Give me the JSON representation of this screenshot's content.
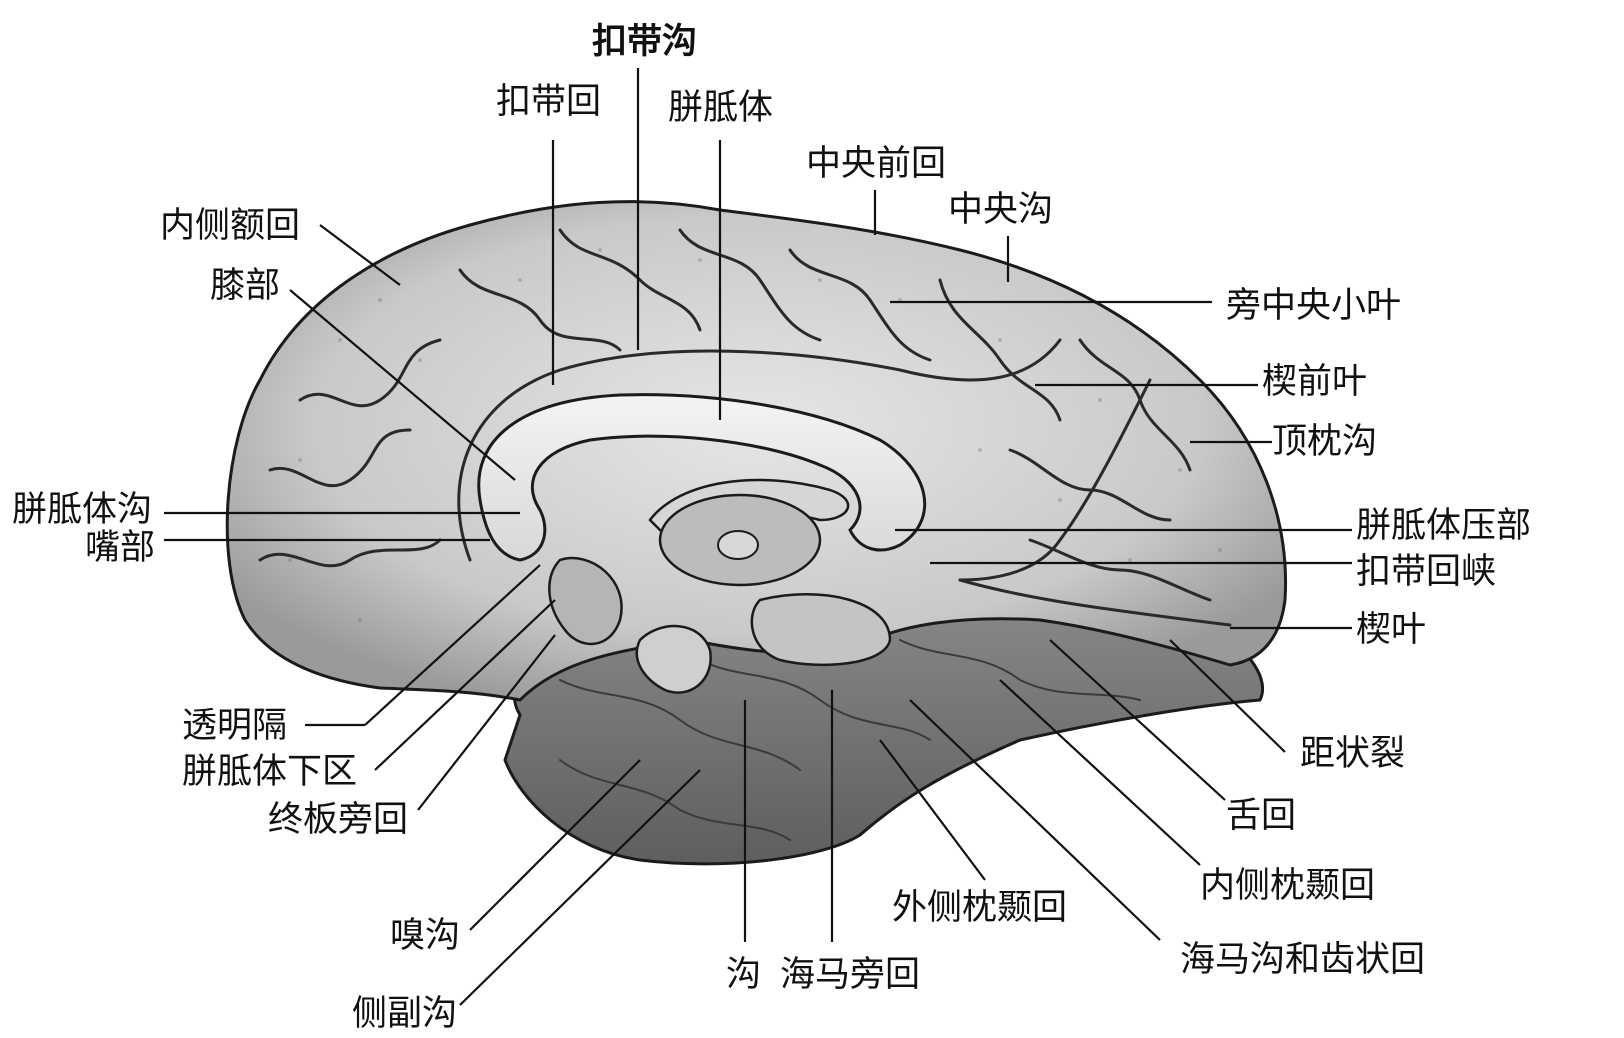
{
  "labels": {
    "koudaigou": "扣带沟",
    "koudaihui": "扣带回",
    "pianzhiti": "胼胝体",
    "zhongyangqianhui": "中央前回",
    "zhongyanggou": "中央沟",
    "neicee": "内侧额回",
    "xibu": "膝部",
    "pangzhongyang": "旁中央小叶",
    "xieqianye": "楔前叶",
    "dingzhengou": "顶枕沟",
    "pianzhitigou": "胼胝体沟",
    "zuibu": "嘴部",
    "pianzhitiyabu": "胼胝体压部",
    "koudaihuixia": "扣带回峡",
    "xieye": "楔叶",
    "juzhuanglie": "距状裂",
    "touminge": "透明隔",
    "pianzhitixiaqu": "胼胝体下区",
    "zhongbanpanghui": "终板旁回",
    "shehui": "舌回",
    "neicezhennie": "内侧枕颞回",
    "waicezhennie": "外侧枕颞回",
    "xiugou": "嗅沟",
    "haimagou": "海马沟和齿状回",
    "gou": "沟",
    "haimapanghui": "海马旁回",
    "cefugou": "侧副沟"
  }
}
